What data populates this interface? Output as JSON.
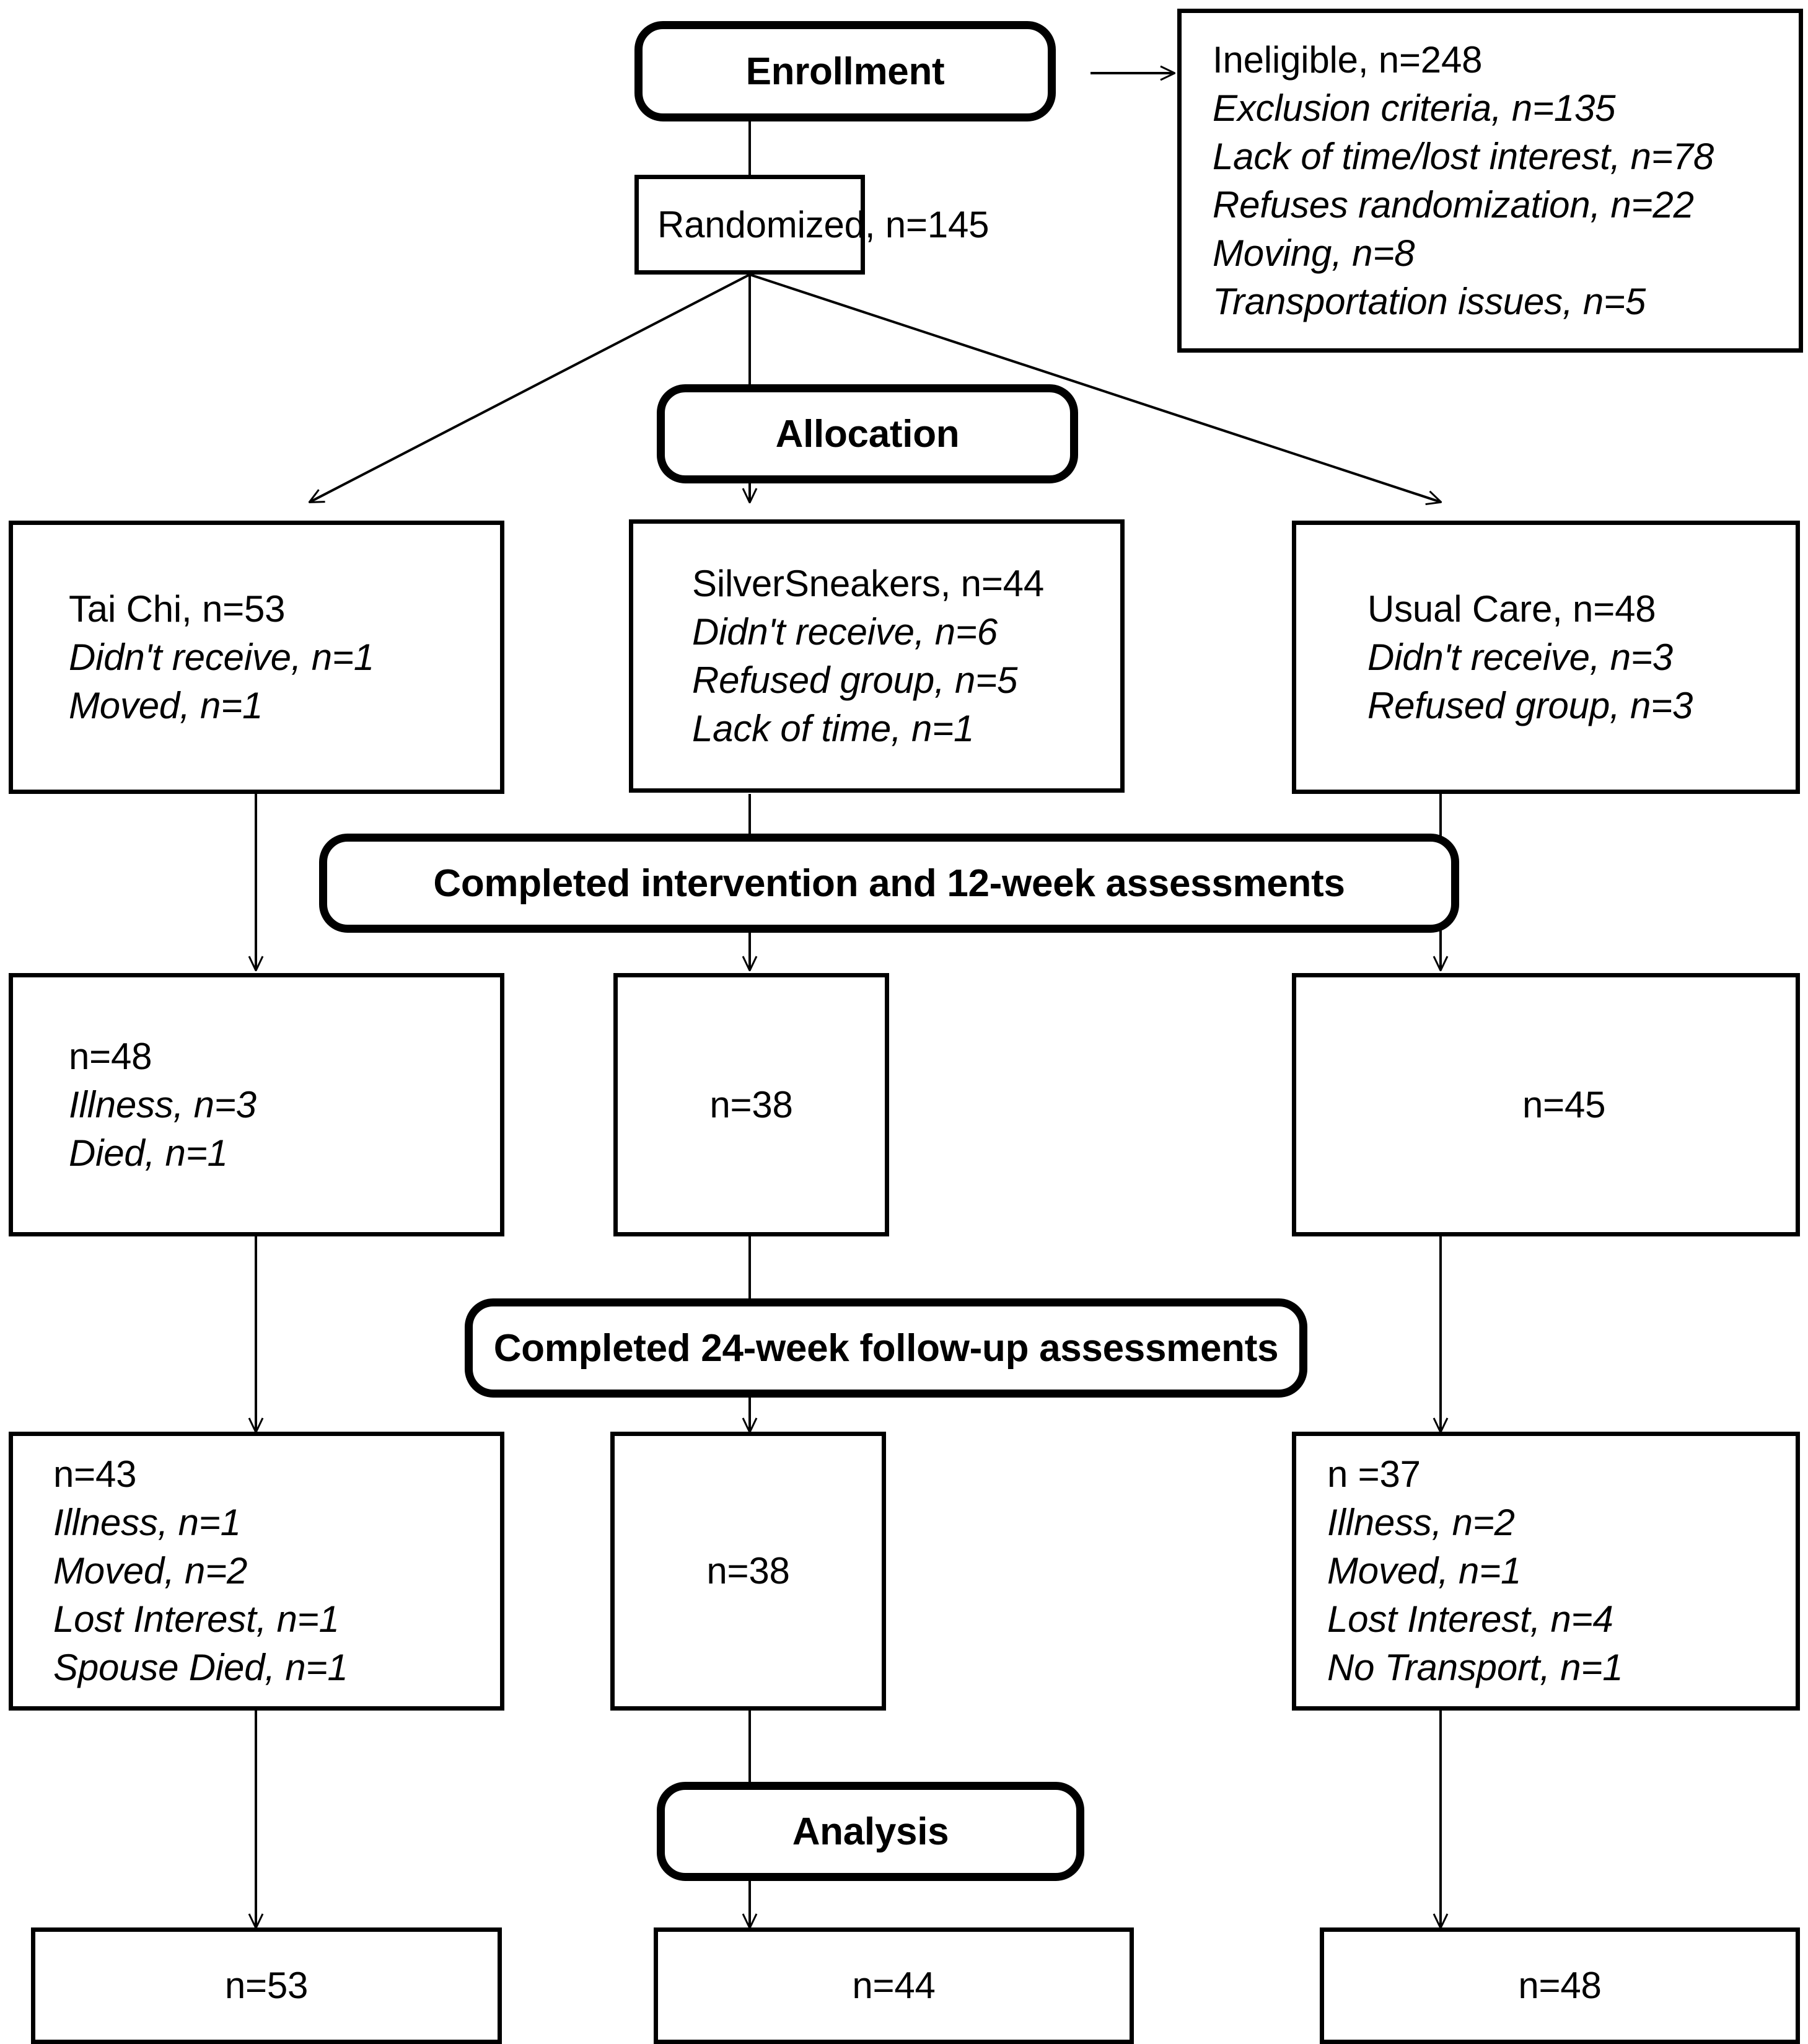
{
  "diagram": {
    "title": "CONSORT participant flow diagram",
    "stages": {
      "enrollment": "Enrollment",
      "allocation": "Allocation",
      "completed_12week": "Completed intervention and 12-week assessments",
      "completed_24week": "Completed 24-week follow-up assessments",
      "analysis": "Analysis"
    },
    "randomized": "Randomized, n=145",
    "ineligible": {
      "heading": "Ineligible, n=248",
      "reasons": [
        "Exclusion criteria, n=135",
        "Lack of time/lost interest, n=78",
        "Refuses randomization, n=22",
        "Moving, n=8",
        "Transportation issues, n=5"
      ]
    },
    "allocation_arms": [
      {
        "heading": "Tai Chi, n=53",
        "notes": [
          "Didn't receive, n=1",
          "Moved, n=1"
        ]
      },
      {
        "heading": "SilverSneakers, n=44",
        "notes": [
          "Didn't receive, n=6",
          "Refused group, n=5",
          "Lack of time, n=1"
        ]
      },
      {
        "heading": "Usual Care, n=48",
        "notes": [
          "Didn't receive, n=3",
          "Refused group, n=3"
        ]
      }
    ],
    "week12_arms": [
      {
        "heading": "n=48",
        "notes": [
          "Illness, n=3",
          "Died, n=1"
        ]
      },
      {
        "heading": "n=38",
        "notes": []
      },
      {
        "heading": "n=45",
        "notes": []
      }
    ],
    "week24_arms": [
      {
        "heading": "n=43",
        "notes": [
          "Illness, n=1",
          "Moved, n=2",
          "Lost Interest, n=1",
          "Spouse Died, n=1"
        ]
      },
      {
        "heading": "n=38",
        "notes": []
      },
      {
        "heading": "n =37",
        "notes": [
          "Illness, n=2",
          "Moved, n=1",
          "Lost Interest, n=4",
          "No Transport, n=1"
        ]
      }
    ],
    "analysis_arms": [
      {
        "heading": "n=53"
      },
      {
        "heading": "n=44"
      },
      {
        "heading": "n=48"
      }
    ]
  }
}
